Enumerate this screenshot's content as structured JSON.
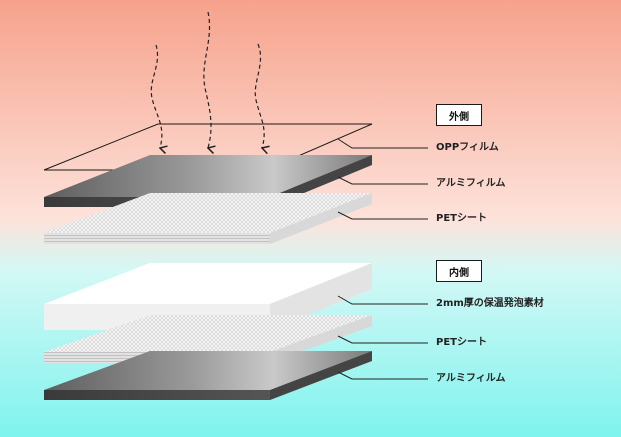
{
  "diagram": {
    "outer_tag": "外側",
    "inner_tag": "内側",
    "layers": [
      {
        "id": "opp",
        "label": "OPPフィルム"
      },
      {
        "id": "alu-top",
        "label": "アルミフィルム"
      },
      {
        "id": "pet-top",
        "label": "PETシート"
      },
      {
        "id": "foam",
        "label": "2mm厚の保温発泡素材"
      },
      {
        "id": "pet-bottom",
        "label": "PETシート"
      },
      {
        "id": "alu-bottom",
        "label": "アルミフィルム"
      }
    ]
  },
  "colors": {
    "background_top": "#f6a28c",
    "background_mid": "#fde2da",
    "background_bottom": "#7ff3ee",
    "aluminum_dark": "#5a5a5a",
    "aluminum_light": "#c8c8c8",
    "leader_line": "#222222"
  }
}
